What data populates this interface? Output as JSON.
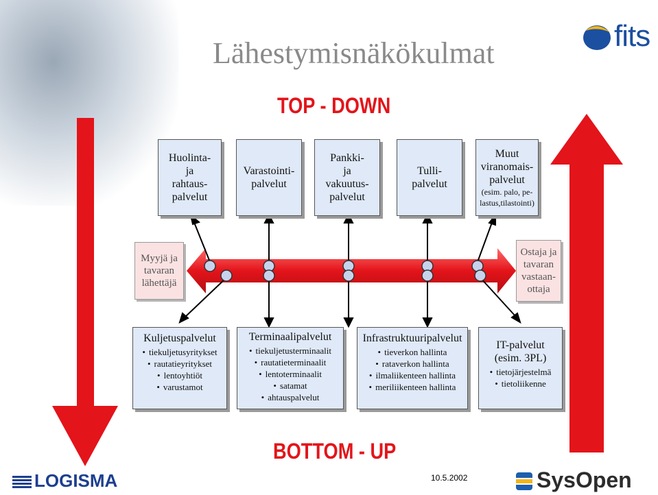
{
  "title": "Lähestymisnäkökulmat",
  "top_label": "TOP - DOWN",
  "bottom_label": "BOTTOM - UP",
  "top_boxes": [
    {
      "lines": [
        "Huolinta-",
        "ja",
        "rahtaus-",
        "palvelut"
      ]
    },
    {
      "lines": [
        "Varastointi-",
        "palvelut"
      ]
    },
    {
      "lines": [
        "Pankki-",
        "ja",
        "vakuutus-",
        "palvelut"
      ]
    },
    {
      "lines": [
        "Tulli-",
        "palvelut"
      ]
    },
    {
      "lines": [
        "Muut",
        "viranomais-",
        "palvelut"
      ],
      "small_lines": [
        "(esim. palo, pe-",
        "lastus,tilastointi)"
      ]
    }
  ],
  "seller": {
    "lines": [
      "Myyjä ja",
      "tavaran",
      "lähettäjä"
    ]
  },
  "buyer": {
    "lines": [
      "Ostaja ja",
      "tavaran",
      "vastaan-",
      "ottaja"
    ]
  },
  "bottom_boxes": [
    {
      "head": [
        "Kuljetuspalvelut"
      ],
      "items": [
        "tiekuljetusyritykset",
        "rautatieyritykset",
        "lentoyhtiöt",
        "varustamot"
      ]
    },
    {
      "head": [
        "Terminaalipalvelut"
      ],
      "items": [
        "tiekuljetusterminaalit",
        "rautatieterminaalit",
        "lentoterminaalit",
        "satamat",
        "ahtauspalvelut"
      ]
    },
    {
      "head": [
        "Infrastruktuuripalvelut"
      ],
      "items": [
        "tieverkon hallinta",
        "rataverkon hallinta",
        "ilmaliikenteen hallinta",
        "meriliikenteen hallinta"
      ]
    },
    {
      "head": [
        "IT-palvelut",
        "(esim. 3PL)"
      ],
      "items": [
        "tietojärjestelmä",
        "tietoliikenne"
      ]
    }
  ],
  "logos": {
    "fits": "fits",
    "logisma": "LOGISMA",
    "sysopen": "SysOpen"
  },
  "date": "10.5.2002",
  "colors": {
    "accent_red": "#e3141a",
    "box_fill": "#dfe9f7",
    "party_fill": "#fbe2e2",
    "title_gray": "#8a8a8a"
  }
}
